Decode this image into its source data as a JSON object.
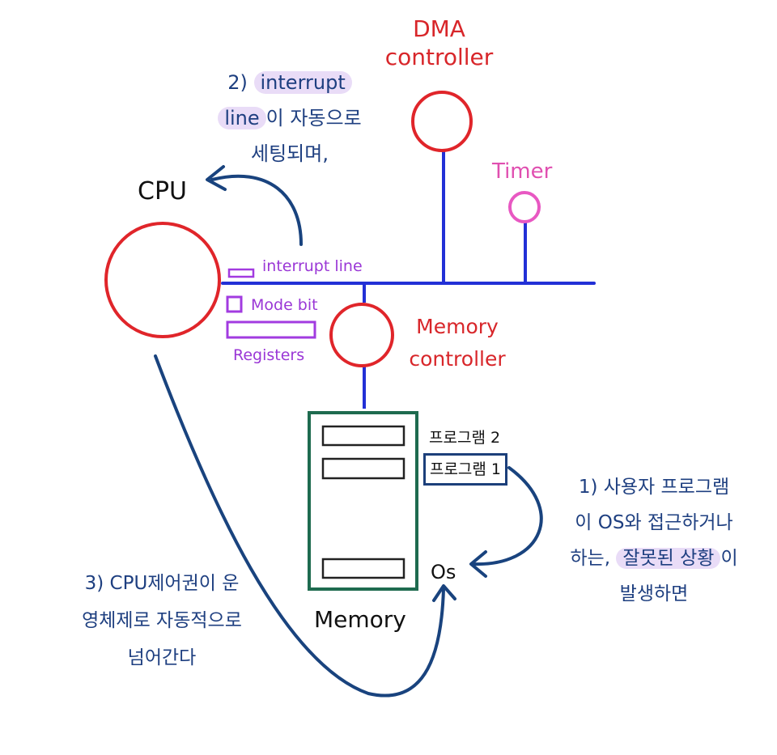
{
  "colors": {
    "cpu_circle": "#e0252a",
    "bus": "#2230d6",
    "dma_circle": "#e0252a",
    "timer_circle": "#e858c2",
    "register_boxes": "#a23be0",
    "memory_box": "#1e6b4f",
    "arrows": "#19437e",
    "highlight": "#e9dcf7"
  },
  "labels": {
    "dma_line1": "DMA",
    "dma_line2": "controller",
    "timer": "Timer",
    "cpu": "CPU",
    "interrupt_line": "interrupt line",
    "mode_bit": "Mode bit",
    "registers": "Registers",
    "mem_ctl_line1": "Memory",
    "mem_ctl_line2": "controller",
    "memory": "Memory",
    "program2": "프로그램 2",
    "program1": "프로그램 1",
    "os": "Os"
  },
  "notes": {
    "note2_a": "2) ",
    "note2_b": "interrupt",
    "note2_c": "line",
    "note2_d": "이 자동으로",
    "note2_e": "세팅되며,",
    "note1_a": "1) 사용자 프로그램",
    "note1_b": "이 OS와 접근하거나",
    "note1_c": "하는, ",
    "note1_d": "잘못된 상황",
    "note1_e": "이",
    "note1_f": "발생하면",
    "note3_a": "3) CPU제어권이 운",
    "note3_b": "영체제로 자동적으로",
    "note3_c": "넘어간다"
  }
}
